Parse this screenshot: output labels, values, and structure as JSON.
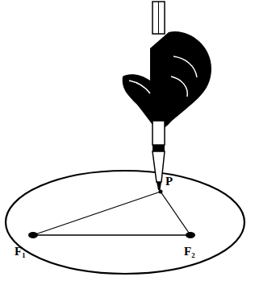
{
  "diagram": {
    "labels": [
      "P",
      "F₁",
      "F₂"
    ]
  }
}
